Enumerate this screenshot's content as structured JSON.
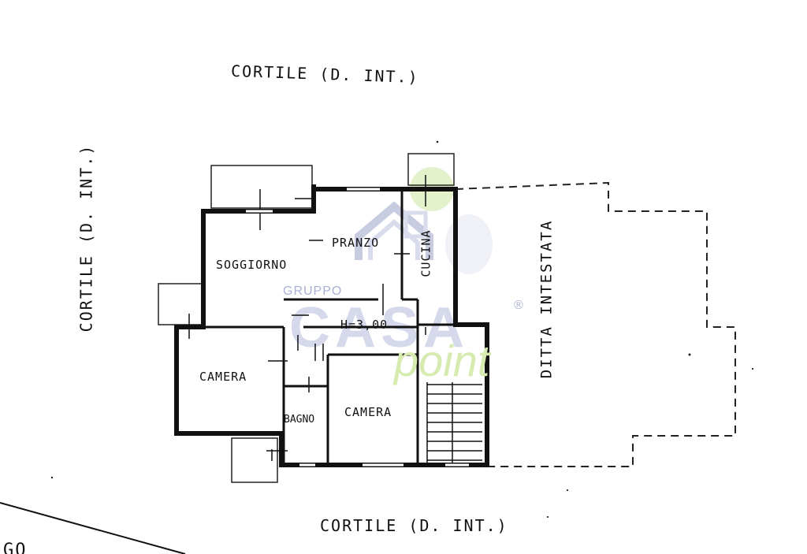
{
  "surroundings": {
    "top": "CORTILE (D. INT.)",
    "left": "CORTILE (D. INT.)",
    "bottom": "CORTILE (D. INT.)",
    "right": "DITTA INTESTATA",
    "corner_fragment": "GO"
  },
  "rooms": {
    "soggiorno": "SOGGIORNO",
    "pranzo": "PRANZO",
    "cucina": "CUCINA",
    "camera_left": "CAMERA",
    "bagno": "BAGNO",
    "camera_right": "CAMERA"
  },
  "ceiling_height": "H=3,00",
  "watermark": {
    "group": "GRUPPO",
    "brand": "CASA",
    "sub": "point",
    "registered": "®",
    "colors": {
      "brand": "#9aa3c9",
      "sub": "#d6ebb0",
      "accent": "#b8e07a"
    }
  }
}
